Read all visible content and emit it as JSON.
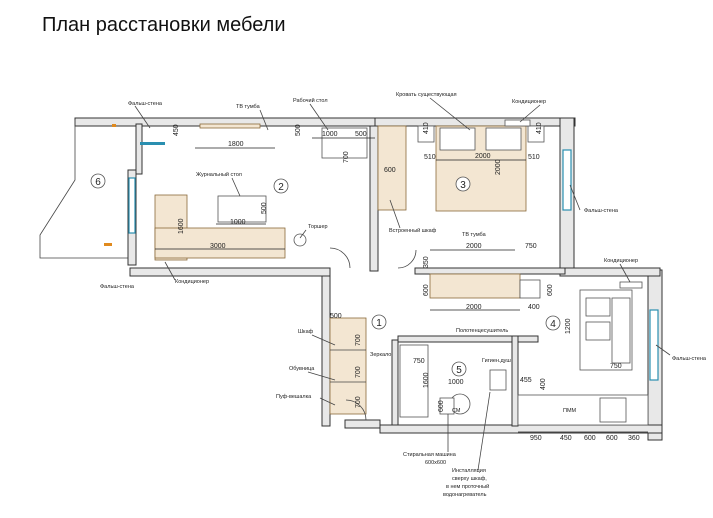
{
  "title": "План расстановки мебели",
  "labels": {
    "falsh_stena": "Фальш-стена",
    "tv_tumba": "ТВ тумба",
    "rabochiy_stol": "Рабочий стол",
    "krovat": "Кровать существующая",
    "kondicioner": "Кондиционер",
    "zhurnalny_stol": "Журнальный стол",
    "torsher": "Торшер",
    "vstroenny_shkaf": "Встроенный шкаф",
    "shkaf": "Шкаф",
    "obuvnica": "Обувница",
    "pufik": "Пуф-вешалка",
    "zerkalo": "Зеркало",
    "polotencesushitel": "Полотенцесушитель",
    "gigien_dush": "Гигиен.душ",
    "stiralnaya": "Стиральная машина",
    "stiralnaya_size": "600x600",
    "installation": "Инсталляция",
    "installation_2": "сверху шкаф,",
    "installation_3": "в нем проточный",
    "installation_4": "водонагреватель",
    "sm": "СМ",
    "pmm": "ПММ"
  },
  "rooms": [
    "1",
    "2",
    "3",
    "4",
    "5",
    "6"
  ],
  "dims": {
    "d450": "450",
    "d1800": "1800",
    "d500": "500",
    "d1000": "1000",
    "d500b": "500",
    "d700": "700",
    "d410a": "410",
    "d410b": "410",
    "d510a": "510",
    "d2000": "2000",
    "d510b": "510",
    "d2000v": "2000",
    "d600": "600",
    "d1000b": "1000",
    "d500c": "500",
    "d1600": "1600",
    "d3000": "3000",
    "d2000tv": "2000",
    "d750": "750",
    "d350": "350",
    "d600b": "600",
    "d2000w": "2000",
    "d600c": "600",
    "d400": "400",
    "d1200": "1200",
    "d750b": "750",
    "d500hall": "500",
    "d700a": "700",
    "d700b": "700",
    "d700c": "700",
    "d750c": "750",
    "d1600b": "1600",
    "d1000c": "1000",
    "d600d": "600",
    "d455": "455",
    "d400b": "400",
    "d950": "950",
    "d450b": "450",
    "d600e": "600",
    "d600f": "600",
    "d360": "360"
  },
  "colors": {
    "wall": "#333333",
    "window": "#2a8fb0",
    "furniture": "#8a6a3a",
    "fill": "#f3e6d2"
  }
}
